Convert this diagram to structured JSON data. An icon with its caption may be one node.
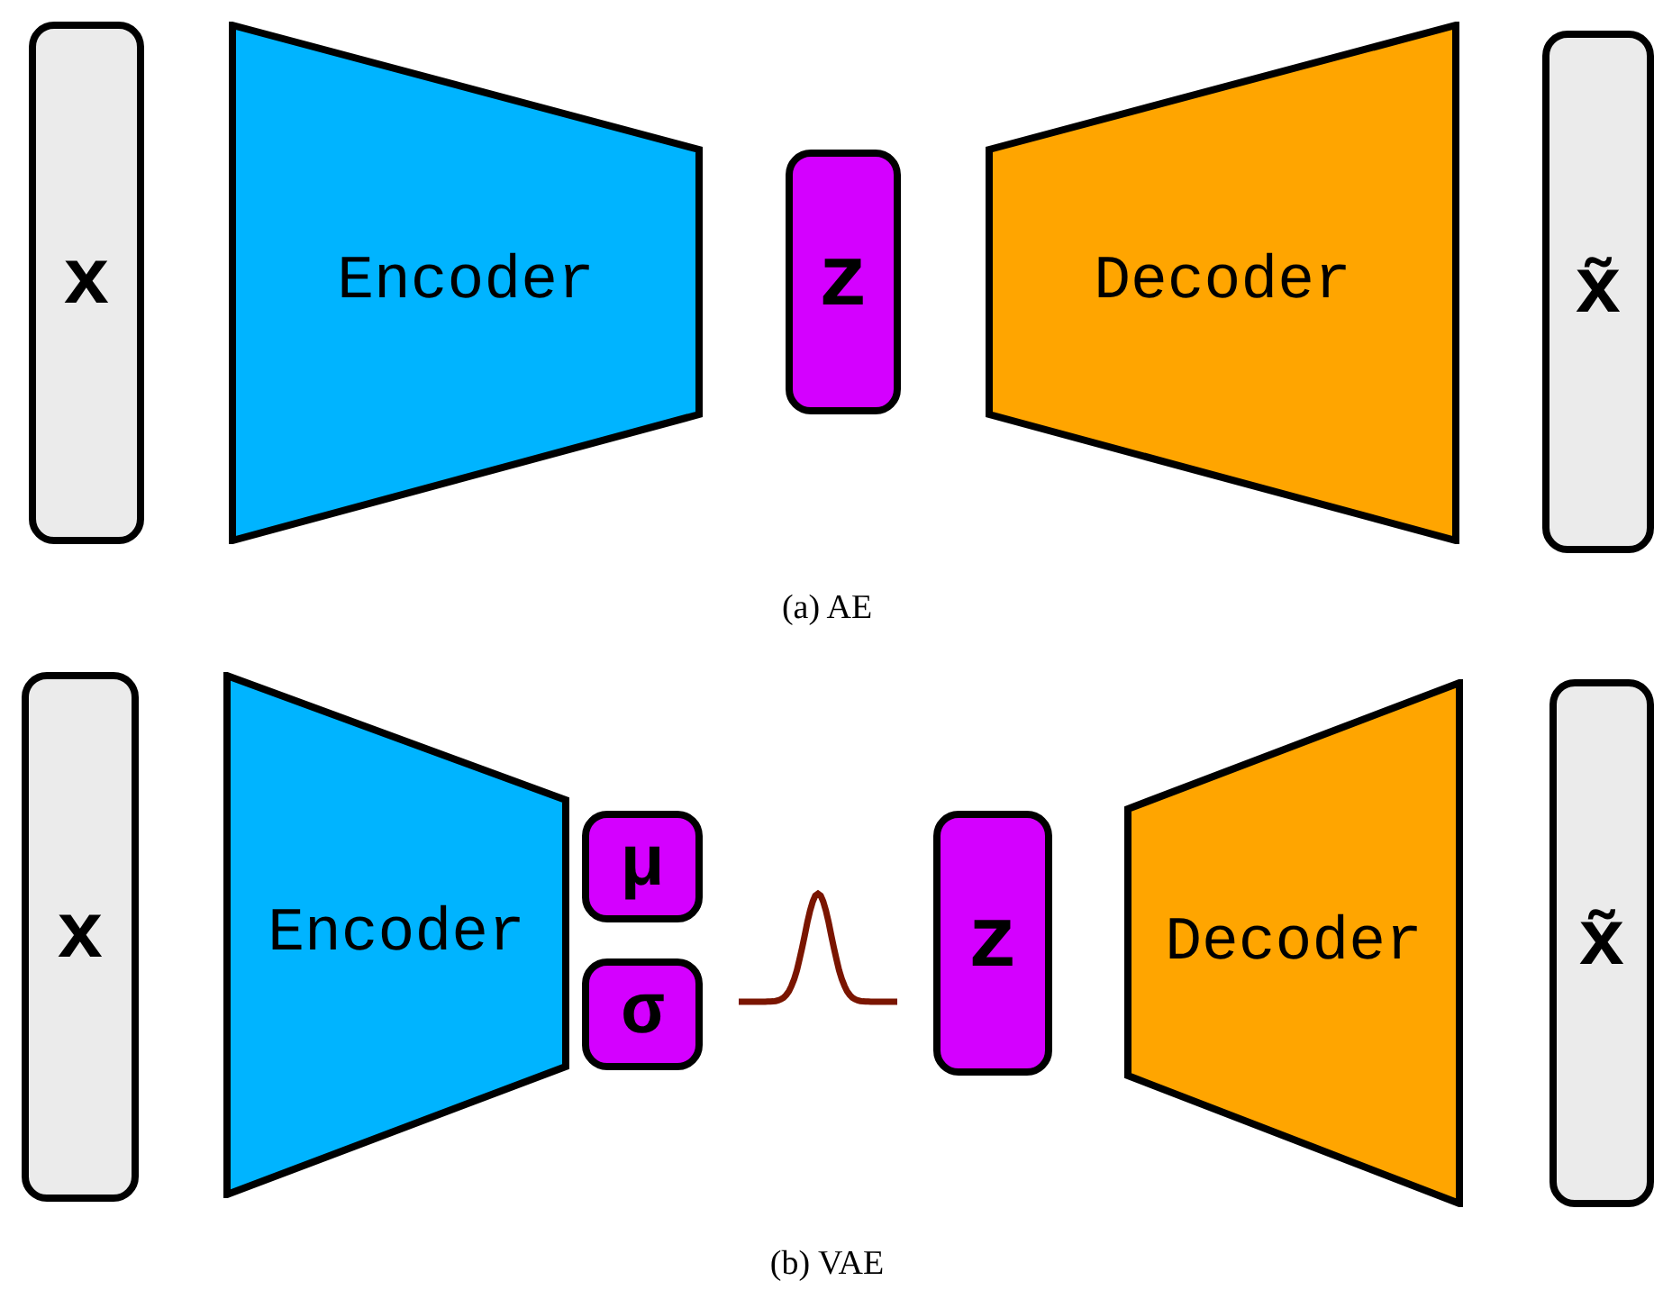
{
  "diagram": {
    "nodes": [
      {
        "text": [
          "x"
        ]
      },
      {
        "text": [
          "Encoder"
        ]
      },
      {
        "text": [
          "z"
        ]
      },
      {
        "text": [
          "Decoder"
        ]
      },
      {
        "text": [
          "x̃"
        ]
      },
      {
        "text": [
          "x"
        ]
      },
      {
        "text": [
          "Encoder"
        ]
      },
      {
        "text": [
          "μ"
        ]
      },
      {
        "text": [
          "σ"
        ]
      },
      {
        "text": [],
        "shape": "picture"
      },
      {
        "text": [
          "z"
        ]
      },
      {
        "text": [
          "Decoder"
        ]
      },
      {
        "text": [
          "x̃"
        ]
      }
    ],
    "edges": [],
    "labels": [
      "(a) AE",
      "(b) VAE"
    ]
  }
}
